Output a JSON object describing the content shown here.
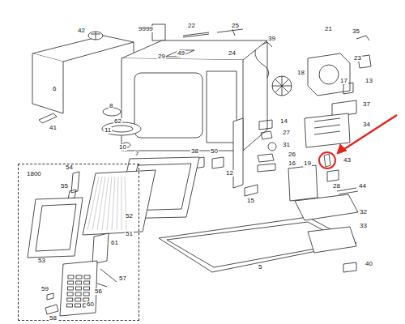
{
  "diagram": {
    "nodes": [
      {
        "text": [
          "1800"
        ]
      }
    ],
    "labels": [
      "42",
      "9999",
      "22",
      "25",
      "35",
      "39",
      "21",
      "23",
      "49",
      "29",
      "24",
      "6",
      "41",
      "8",
      "62",
      "11",
      "10",
      "18",
      "17",
      "13",
      "37",
      "34",
      "14",
      "27",
      "31",
      "26",
      "16",
      "38",
      "50",
      "7",
      "12",
      "15",
      "19",
      "43",
      "28",
      "44",
      "32",
      "33",
      "54",
      "55",
      "52",
      "51",
      "53",
      "61",
      "5",
      "40",
      "57",
      "56",
      "60",
      "59",
      "58"
    ]
  }
}
